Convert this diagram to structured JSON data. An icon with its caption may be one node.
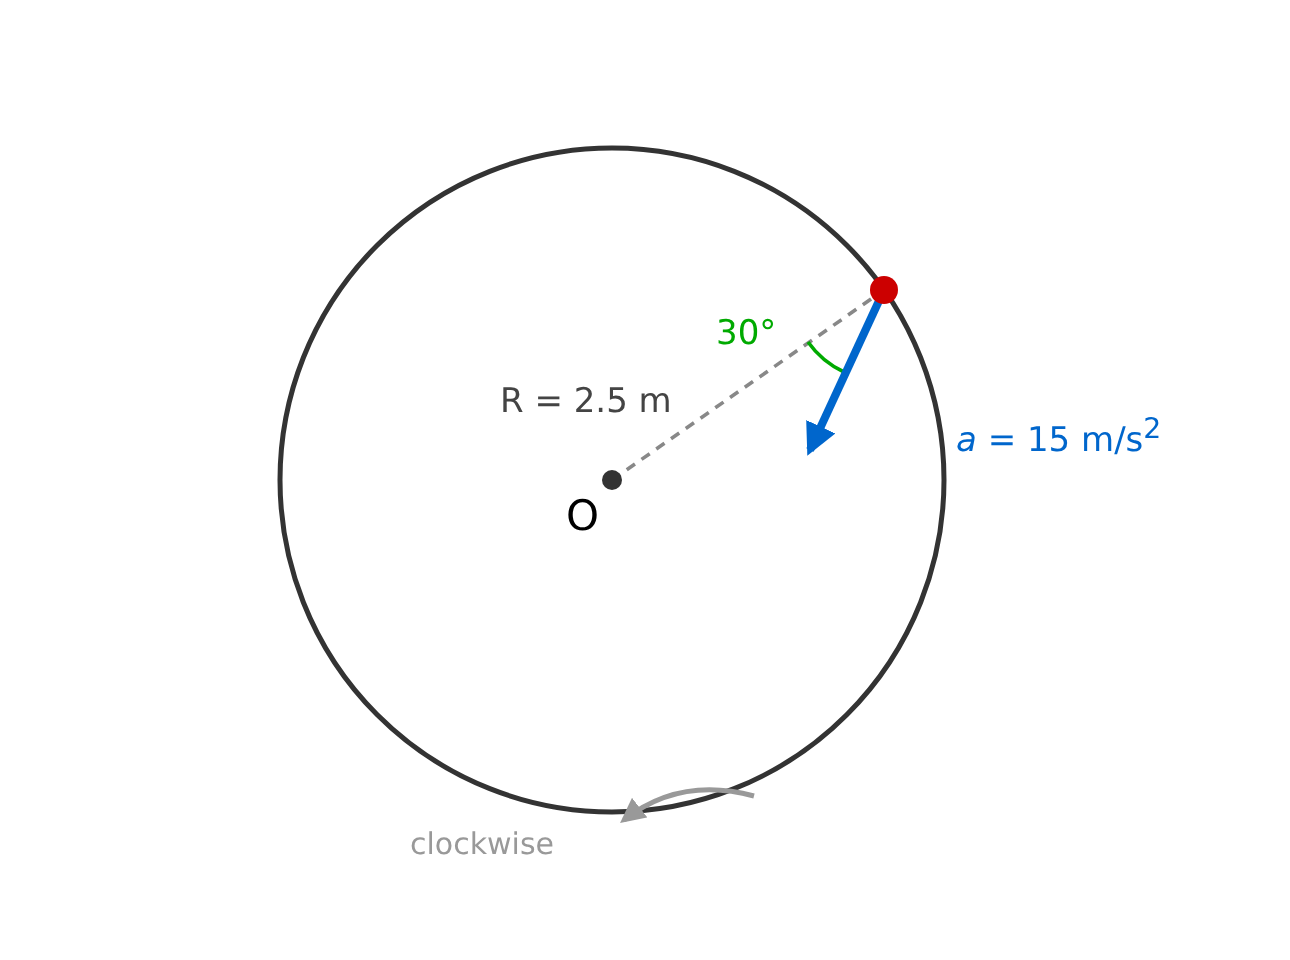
{
  "diagram": {
    "labels": [
      "30°",
      "R = 2.5 m",
      "*a* = 15 m/s$^{2}$",
      "O",
      "clockwise"
    ]
  }
}
